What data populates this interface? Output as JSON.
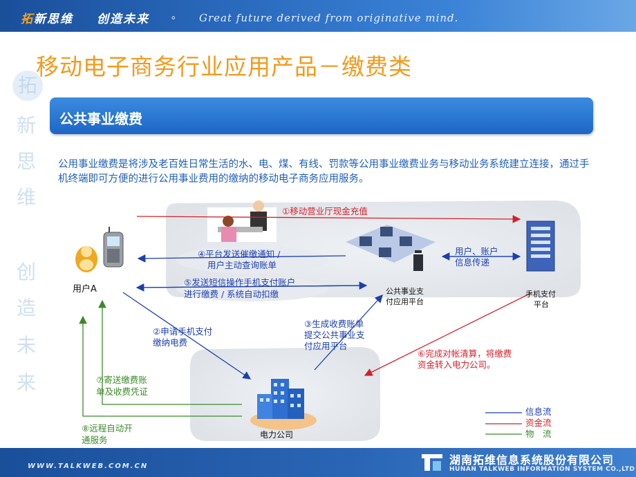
{
  "header": {
    "brand_accent": "拓",
    "brand_rest": "新思维",
    "slogan_cn": "创造未来",
    "dot": "。",
    "slogan_en": "Great future derived from originative mind."
  },
  "watermark": [
    "拓",
    "新",
    "思",
    "维",
    "创",
    "造",
    "未",
    "来"
  ],
  "title": "移动电子商务行业应用产品－缴费类",
  "section_title": "公共事业缴费",
  "description": "公用事业缴费是将涉及老百姓日常生活的水、电、煤、有线、罚款等公用事业缴费业务与移动业务系统建立连接，通过手机终端即可方便的进行公用事业费用的缴纳的移动电子商务应用服务。",
  "diagram": {
    "user_label": "用户A",
    "platform_label_1": "公共事业支",
    "platform_label_2": "付应用平台",
    "mobile_pay_label_1": "手机支付",
    "mobile_pay_label_2": "平台",
    "power_company_label": "电力公司",
    "step1": "①移动营业厅现金充值",
    "step4_line1": "④平台发送催缴通知 /",
    "step4_line2": "用户主动查询账单",
    "step5_line1": "⑤发送短信操作手机支付账户",
    "step5_line2": "进行缴费 / 系统自动扣缴",
    "info_exchange_line1": "用户、账户",
    "info_exchange_line2": "信息传递",
    "step2_line1": "②申请手机支付",
    "step2_line2": "缴纳电费",
    "step3_line1": "③生成收费账单",
    "step3_line2": "提交公共事业支",
    "step3_line3": "付应用平台",
    "step6_line1": "⑥完成对帐清算，将缴费",
    "step6_line2": "资金转入电力公司。",
    "step7_line1": "⑦寄送缴费账",
    "step7_line2": "单及收费凭证",
    "step8_line1": "⑧远程自动开",
    "step8_line2": "通服务"
  },
  "legend": [
    {
      "label": "信息流",
      "color": "#1c3fb0"
    },
    {
      "label": "资金流",
      "color": "#d4202a"
    },
    {
      "label": "物　流",
      "color": "#3b8a2a"
    }
  ],
  "footer": {
    "url": "WWW.TALKWEB.COM.CN",
    "company_cn": "湖南拓维信息系统股份有限公司",
    "company_en": "HUNAN TALKWEB INFORMATION SYSTEM CO.,LTD"
  }
}
